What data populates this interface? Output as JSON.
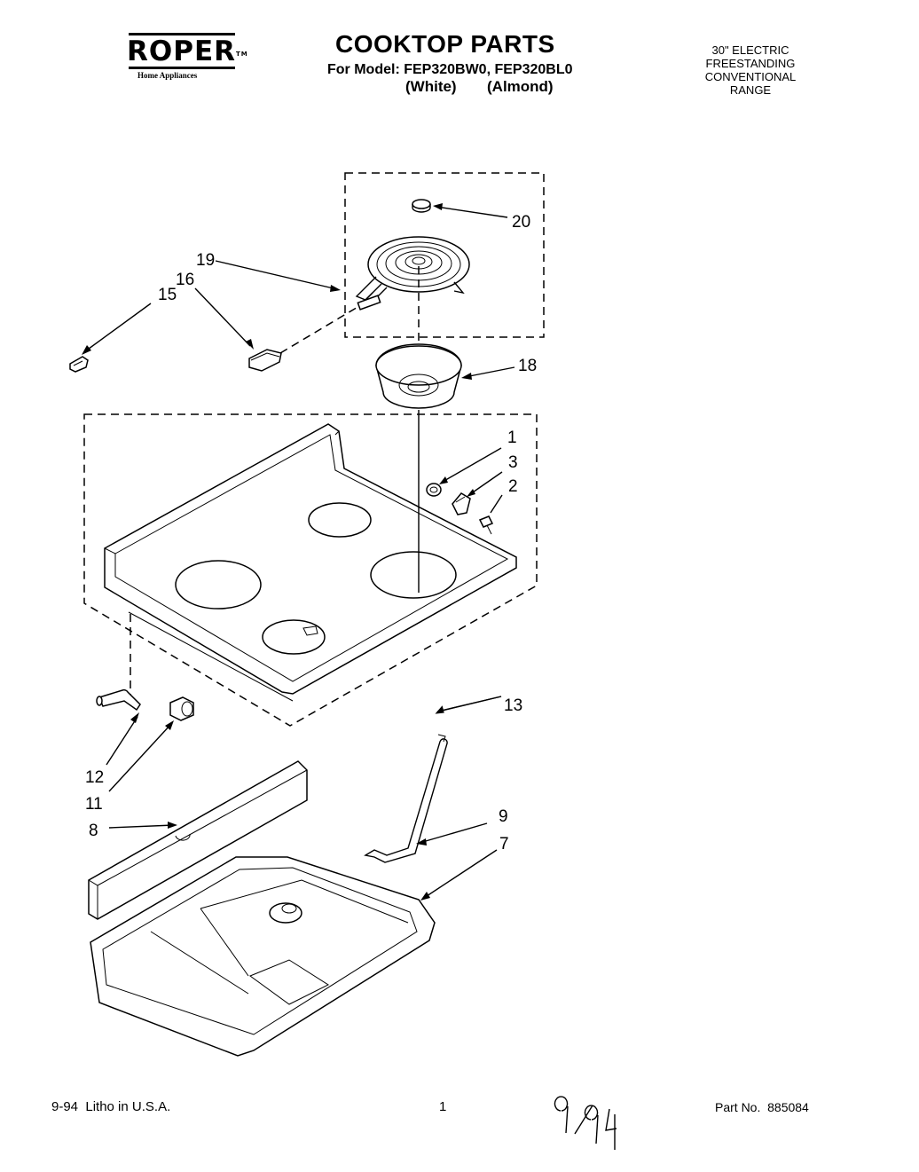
{
  "header": {
    "brand": "ROPER",
    "brand_tm": "TM",
    "brand_sub": "Home Appliances",
    "title": "COOKTOP PARTS",
    "model_line": "For Model: FEP320BW0, FEP320BL0",
    "color_white": "(White)",
    "color_almond": "(Almond)",
    "range_desc": [
      "30\" ELECTRIC",
      "FREESTANDING",
      "CONVENTIONAL",
      "RANGE"
    ]
  },
  "callouts": [
    "20",
    "19",
    "16",
    "15",
    "18",
    "1",
    "3",
    "2",
    "13",
    "12",
    "11",
    "8",
    "9",
    "7"
  ],
  "footer": {
    "date_litho": "9-94  Litho in U.S.A.",
    "page_number": "1",
    "part_number": "Part No.  885084",
    "handwritten_note": "9/94"
  },
  "colors": {
    "ink": "#000000",
    "paper": "#ffffff"
  }
}
